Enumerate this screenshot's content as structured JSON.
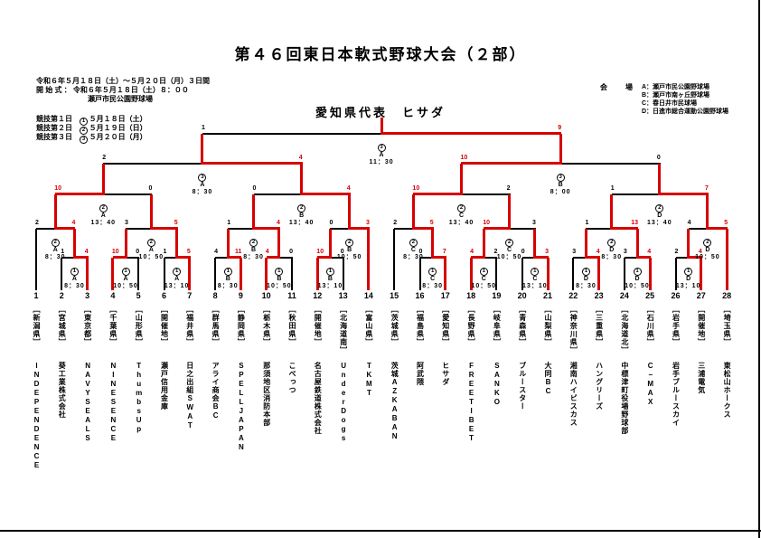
{
  "title": "第４６回東日本軟式野球大会（２部）",
  "schedule": {
    "period_line": "令和６年５月１８日（土）～５月２０日（月）３日間",
    "opening_line": "開 始 式 ： 令和６年５月１８日（土）８：００",
    "opening_venue": "瀬戸市民公園野球場",
    "days": [
      {
        "label": "競技第１日",
        "round": "1",
        "date": "５月１８日（土）"
      },
      {
        "label": "競技第２日",
        "round": "2",
        "date": "５月１９日（日）"
      },
      {
        "label": "競技第３日",
        "round": "3",
        "date": "５月２０日（月）"
      }
    ]
  },
  "venues": {
    "label": "会　場",
    "items": [
      {
        "code": "A",
        "name": "瀬戸市民公園野球場"
      },
      {
        "code": "B",
        "name": "瀬戸市南ヶ丘野球場"
      },
      {
        "code": "C",
        "name": "春日井市民球場"
      },
      {
        "code": "D",
        "name": "日進市総合運動公園野球場"
      }
    ]
  },
  "representative": "愛知県代表　ヒサダ",
  "colors": {
    "winner_line": "#d60000",
    "line": "#000000"
  },
  "teams": [
    {
      "no": 1,
      "region": "新潟県",
      "name": "INDEPENDENCE"
    },
    {
      "no": 2,
      "region": "宮城県",
      "name": "葵工業株式会社"
    },
    {
      "no": 3,
      "region": "東京都",
      "name": "NAVYSEALS"
    },
    {
      "no": 4,
      "region": "千葉県",
      "name": "NINESENCE"
    },
    {
      "no": 5,
      "region": "山形県",
      "name": "ThumbsUp"
    },
    {
      "no": 6,
      "region": "開催地",
      "name": "瀬戸信用金庫"
    },
    {
      "no": 7,
      "region": "福井県",
      "name": "日之出組SWAT"
    },
    {
      "no": 8,
      "region": "群馬県",
      "name": "アライ商会BC"
    },
    {
      "no": 9,
      "region": "静岡県",
      "name": "SPELLJAPAN"
    },
    {
      "no": 10,
      "region": "栃木県",
      "name": "那須地区消防本部"
    },
    {
      "no": 11,
      "region": "秋田県",
      "name": "こべっつ"
    },
    {
      "no": 12,
      "region": "開催地",
      "name": "名古屋鉄道株式会社"
    },
    {
      "no": 13,
      "region": "北海道南",
      "name": "UnderDogs"
    },
    {
      "no": 14,
      "region": "富山県",
      "name": "TKMT"
    },
    {
      "no": 15,
      "region": "茨城県",
      "name": "茨城AZKABAN"
    },
    {
      "no": 16,
      "region": "福島県",
      "name": "阿武隈"
    },
    {
      "no": 17,
      "region": "愛知県",
      "name": "ヒサダ"
    },
    {
      "no": 18,
      "region": "長野県",
      "name": "FREETIBET"
    },
    {
      "no": 19,
      "region": "岐阜県",
      "name": "SANKO"
    },
    {
      "no": 20,
      "region": "青森県",
      "name": "ブルースター"
    },
    {
      "no": 21,
      "region": "山梨県",
      "name": "大同BC"
    },
    {
      "no": 22,
      "region": "神奈川県",
      "name": "湘南ハイビスカス"
    },
    {
      "no": 23,
      "region": "三重県",
      "name": "ハングリーズ"
    },
    {
      "no": 24,
      "region": "北海道北",
      "name": "中標津町役場野球部"
    },
    {
      "no": 25,
      "region": "石川県",
      "name": "C−MAX"
    },
    {
      "no": 26,
      "region": "岩手県",
      "name": "岩手ブルースカイ"
    },
    {
      "no": 27,
      "region": "開催地",
      "name": "三浦電気"
    },
    {
      "no": 28,
      "region": "埼玉県",
      "name": "東松山ホークス"
    }
  ],
  "games": [
    {
      "id": "gA1",
      "level": 1,
      "round": "1",
      "venue": "A",
      "time": "8：30",
      "left": "t2",
      "right": "t3",
      "score": [
        1,
        4
      ],
      "winner": "right"
    },
    {
      "id": "gA2",
      "level": 1,
      "round": "1",
      "venue": "A",
      "time": "10：50",
      "left": "t4",
      "right": "t5",
      "score": [
        10,
        0
      ],
      "winner": "left"
    },
    {
      "id": "gA3",
      "level": 1,
      "round": "1",
      "venue": "A",
      "time": "13：10",
      "left": "t6",
      "right": "t7",
      "score": [
        1,
        5
      ],
      "winner": "right"
    },
    {
      "id": "gB1",
      "level": 1,
      "round": "1",
      "venue": "B",
      "time": "8：30",
      "left": "t8",
      "right": "t9",
      "score": [
        4,
        11
      ],
      "winner": "right"
    },
    {
      "id": "gB2",
      "level": 1,
      "round": "1",
      "venue": "B",
      "time": "10：50",
      "left": "t10",
      "right": "t11",
      "score": [
        4,
        0
      ],
      "winner": "left"
    },
    {
      "id": "gB3",
      "level": 1,
      "round": "1",
      "venue": "B",
      "time": "13：10",
      "left": "t12",
      "right": "t13",
      "score": [
        10,
        0
      ],
      "winner": "left"
    },
    {
      "id": "gC1",
      "level": 1,
      "round": "1",
      "venue": "C",
      "time": "8：30",
      "left": "t16",
      "right": "t17",
      "score": [
        0,
        7
      ],
      "winner": "right"
    },
    {
      "id": "gC2",
      "level": 1,
      "round": "1",
      "venue": "C",
      "time": "10：50",
      "left": "t18",
      "right": "t19",
      "score": [
        4,
        2
      ],
      "winner": "left"
    },
    {
      "id": "gC3",
      "level": 1,
      "round": "1",
      "venue": "C",
      "time": "13：10",
      "left": "t20",
      "right": "t21",
      "score": [
        0,
        3
      ],
      "winner": "right"
    },
    {
      "id": "gD1",
      "level": 1,
      "round": "1",
      "venue": "D",
      "time": "8：30",
      "left": "t22",
      "right": "t23",
      "score": [
        3,
        4
      ],
      "winner": "right"
    },
    {
      "id": "gD2",
      "level": 1,
      "round": "1",
      "venue": "D",
      "time": "10：50",
      "left": "t24",
      "right": "t25",
      "score": [
        3,
        4
      ],
      "winner": "right"
    },
    {
      "id": "gD3",
      "level": 1,
      "round": "1",
      "venue": "D",
      "time": "13：10",
      "left": "t26",
      "right": "t27",
      "score": [
        2,
        4
      ],
      "winner": "right"
    },
    {
      "id": "gA4",
      "level": 2,
      "round": "2",
      "venue": "A",
      "time": "8：30",
      "left": "t1",
      "right": "gA1",
      "score": [
        2,
        4
      ],
      "winner": "right"
    },
    {
      "id": "gA5",
      "level": 2,
      "round": "2",
      "venue": "A",
      "time": "10：50",
      "left": "gA2",
      "right": "gA3",
      "score": [
        3,
        5
      ],
      "winner": "right"
    },
    {
      "id": "gB4",
      "level": 2,
      "round": "2",
      "venue": "B",
      "time": "8：30",
      "left": "gB1",
      "right": "gB2",
      "score": [
        1,
        4
      ],
      "winner": "right"
    },
    {
      "id": "gB5",
      "level": 2,
      "round": "2",
      "venue": "B",
      "time": "10：50",
      "left": "gB3",
      "right": "t14",
      "score": [
        0,
        3
      ],
      "winner": "right"
    },
    {
      "id": "gC4",
      "level": 2,
      "round": "2",
      "venue": "C",
      "time": "8：30",
      "left": "t15",
      "right": "gC1",
      "score": [
        2,
        5
      ],
      "winner": "right"
    },
    {
      "id": "gC5",
      "level": 2,
      "round": "2",
      "venue": "C",
      "time": "10：50",
      "left": "gC2",
      "right": "gC3",
      "score": [
        10,
        3
      ],
      "winner": "left"
    },
    {
      "id": "gD4",
      "level": 2,
      "round": "2",
      "venue": "D",
      "time": "8：30",
      "left": "gD1",
      "right": "gD2",
      "score": [
        1,
        13
      ],
      "winner": "right"
    },
    {
      "id": "gD5",
      "level": 2,
      "round": "2",
      "venue": "D",
      "time": "10：50",
      "left": "gD3",
      "right": "t28",
      "score": [
        4,
        5
      ],
      "winner": "right"
    },
    {
      "id": "gA6",
      "level": 3,
      "round": "2",
      "venue": "A",
      "time": "13：40",
      "left": "gA4",
      "right": "gA5",
      "score": [
        10,
        0
      ],
      "winner": "left"
    },
    {
      "id": "gB6",
      "level": 3,
      "round": "2",
      "venue": "B",
      "time": "13：40",
      "left": "gB4",
      "right": "gB5",
      "score": [
        0,
        4
      ],
      "winner": "right"
    },
    {
      "id": "gC6",
      "level": 3,
      "round": "2",
      "venue": "C",
      "time": "13：40",
      "left": "gC4",
      "right": "gC5",
      "score": [
        10,
        2
      ],
      "winner": "left"
    },
    {
      "id": "gD6",
      "level": 3,
      "round": "2",
      "venue": "D",
      "time": "13：40",
      "left": "gD4",
      "right": "gD5",
      "score": [
        1,
        7
      ],
      "winner": "right"
    },
    {
      "id": "gSF1",
      "level": 4,
      "round": "3",
      "venue": "A",
      "time": "8：30",
      "left": "gA6",
      "right": "gB6",
      "score": [
        2,
        4
      ],
      "winner": "right"
    },
    {
      "id": "gSF2",
      "level": 4,
      "round": "3",
      "venue": "B",
      "time": "8：00",
      "left": "gC6",
      "right": "gD6",
      "score": [
        10,
        0
      ],
      "winner": "left"
    },
    {
      "id": "gF",
      "level": 5,
      "round": "3",
      "venue": "A",
      "time": "11：30",
      "left": "gSF1",
      "right": "gSF2",
      "score": [
        1,
        9
      ],
      "winner": "right"
    }
  ]
}
